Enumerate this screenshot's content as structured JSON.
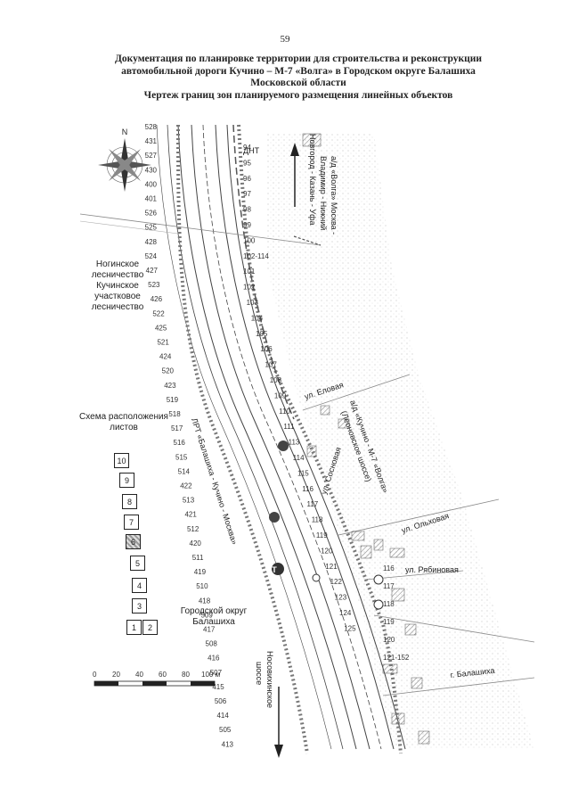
{
  "page_number": "59",
  "title_lines": [
    "Документация по планировке территории для строительства и реконструкции",
    "автомобильной дороги Кучино – М-7 «Волга» в Городском округе Балашиха",
    "Московской области",
    "Чертеж границ зон планируемого размещения линейных объектов"
  ],
  "compass": {
    "north": "N"
  },
  "road_labels": {
    "volga_1": "а/д «Волга» Москва -",
    "volga_2": "Владимир - Нижний",
    "volga_3": "Новгород - Казань - Уфа",
    "kuchino_1": "а/д «Кучино - М-7 «Волга»",
    "kuchino_2": "(Леоновское шоссе)",
    "lrt": "ЛРТ «Балашиха - Кучино - Москва»",
    "nosovikh_1": "Носовихинское",
    "nosovikh_2": "шоссе"
  },
  "streets": {
    "elovaya": "ул. Еловая",
    "sosnovaya": "ул. Сосновая",
    "olkhovaya": "ул. Ольховая",
    "ryabinovaya": "ул. Рябиновая",
    "balashikha": "г. Балашиха"
  },
  "areas": {
    "dnt": "ДНТ",
    "forestry": [
      "Ногинское",
      "лесничество",
      "Кучинское",
      "участковое",
      "лесничество"
    ],
    "city": [
      "Городской округ",
      "Балашиха"
    ]
  },
  "point_labels_left": [
    "528",
    "431",
    "527",
    "430",
    "400",
    "401",
    "526",
    "525",
    "428",
    "524",
    "427",
    "523",
    "426",
    "522",
    "425",
    "521",
    "424",
    "520",
    "423",
    "519",
    "518",
    "517",
    "516",
    "515",
    "514",
    "422",
    "513",
    "421",
    "512",
    "420",
    "511",
    "419",
    "510",
    "418",
    "509",
    "417",
    "508",
    "416",
    "507",
    "415",
    "506",
    "414",
    "505",
    "413"
  ],
  "point_labels_right": [
    "94",
    "95",
    "96",
    "97",
    "98",
    "99",
    "100",
    "102-114",
    "101",
    "102",
    "103",
    "104",
    "105",
    "106",
    "107",
    "108",
    "109",
    "110",
    "111",
    "113",
    "114",
    "115",
    "116",
    "117",
    "118",
    "119",
    "120",
    "121",
    "122",
    "123",
    "124",
    "125",
    "116",
    "117",
    "118",
    "119",
    "120",
    "121-152"
  ],
  "schema": {
    "title_1": "Схема расположения",
    "title_2": "листов",
    "sheets": [
      "10",
      "9",
      "8",
      "7",
      "6",
      "5",
      "4",
      "3",
      "1",
      "2"
    ],
    "active_sheet": "6"
  },
  "scale_bar": {
    "ticks": [
      "0",
      "20",
      "40",
      "60",
      "80",
      "100 м"
    ]
  }
}
